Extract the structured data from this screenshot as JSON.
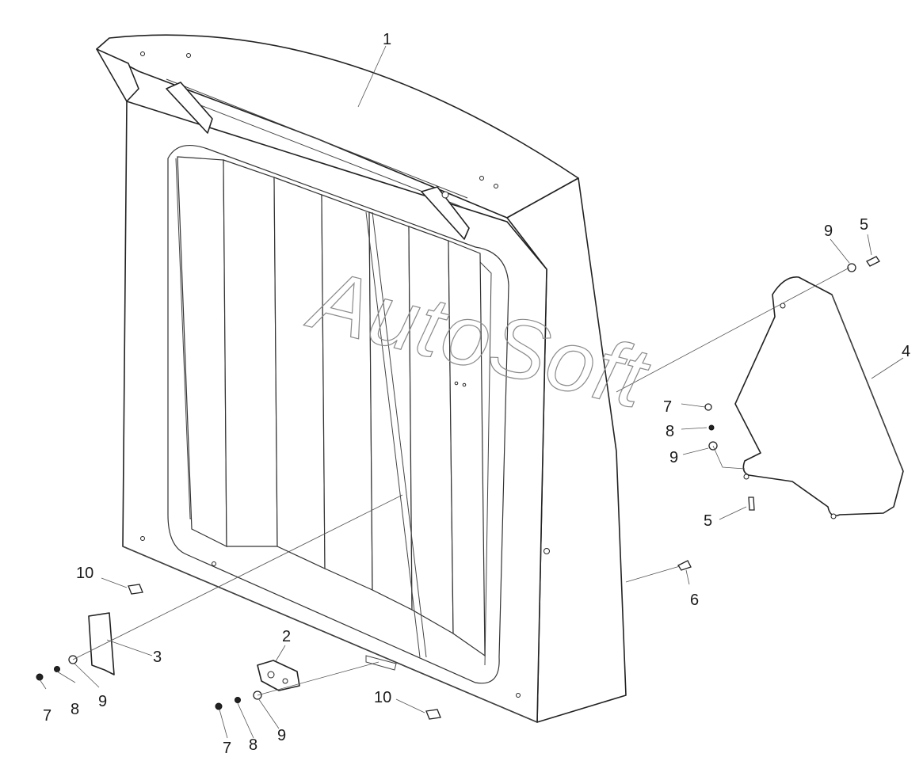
{
  "watermark": "AutoSoft",
  "callouts": {
    "c1": "1",
    "c2": "2",
    "c3": "3",
    "c4": "4",
    "c5a": "5",
    "c5b": "5",
    "c6": "6",
    "c7a": "7",
    "c7b": "7",
    "c7c": "7",
    "c8a": "8",
    "c8b": "8",
    "c8c": "8",
    "c9a": "9",
    "c9b": "9",
    "c9c": "9",
    "c9d": "9",
    "c10a": "10",
    "c10b": "10"
  },
  "colors": {
    "line": "#222222",
    "watermark": "#8a8a8a",
    "background": "#ffffff"
  }
}
